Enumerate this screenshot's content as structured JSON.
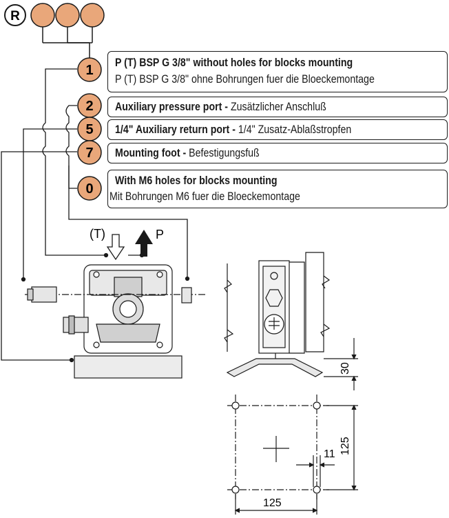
{
  "badge": "R",
  "options": [
    {
      "code": "1",
      "title": "P (T) BSP G 3/8\" without holes for blocks mounting",
      "subtitle": "P (T) BSP G 3/8\" ohne Bohrungen fuer die Bloeckemontage"
    },
    {
      "code": "2",
      "title": "Auxiliary pressure port -",
      "subtitle": "Zusätzlicher Anschluß"
    },
    {
      "code": "5",
      "title": "1/4\" Auxiliary return port -",
      "subtitle": "1/4\" Zusatz-Ablaßstropfen"
    },
    {
      "code": "7",
      "title": "Mounting foot -",
      "subtitle": "Befestigungsfuß"
    },
    {
      "code": "0",
      "title": "With M6 holes for blocks mounting",
      "subtitle": "Mit Bohrungen M6 fuer die Bloeckemontage"
    }
  ],
  "port_labels": {
    "tank": "(T)",
    "pressure": "P"
  },
  "dimensions": {
    "foot_height": "30",
    "hole_spacing_vertical": "125",
    "hole_diameter": "11",
    "hole_spacing_horizontal": "125"
  },
  "colors": {
    "circle_fill": "#E9A77A",
    "line": "#1a1a1a"
  }
}
